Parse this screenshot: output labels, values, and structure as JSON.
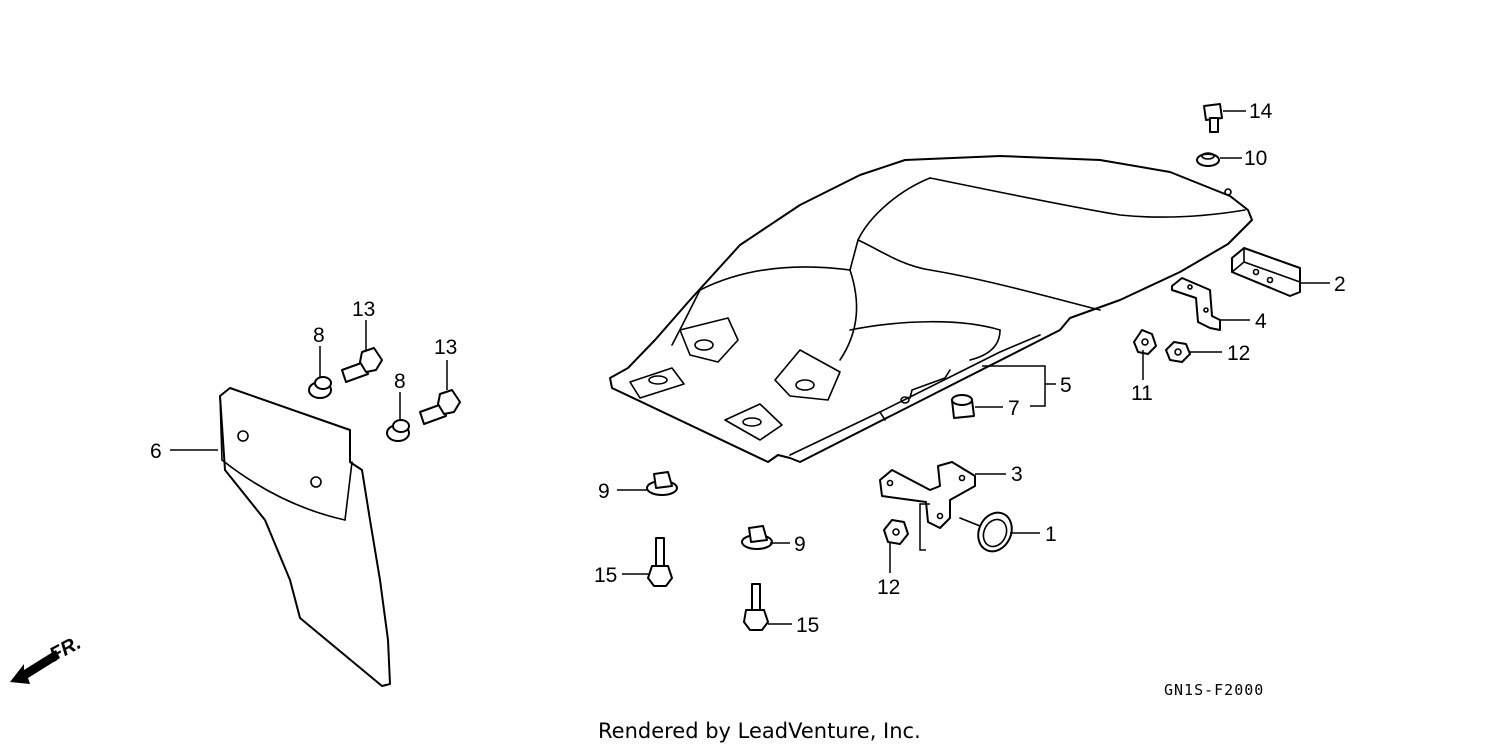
{
  "callouts": {
    "c1": "1",
    "c2": "2",
    "c3": "3",
    "c4": "4",
    "c5": "5",
    "c6": "6",
    "c7": "7",
    "c8a": "8",
    "c8b": "8",
    "c9a": "9",
    "c9b": "9",
    "c10": "10",
    "c11": "11",
    "c12a": "12",
    "c12b": "12",
    "c13a": "13",
    "c13b": "13",
    "c14": "14",
    "c15a": "15",
    "c15b": "15"
  },
  "diagram_code": "GN1S-F2000",
  "direction_label": "FR.",
  "footer_text": "Rendered by LeadVenture, Inc."
}
